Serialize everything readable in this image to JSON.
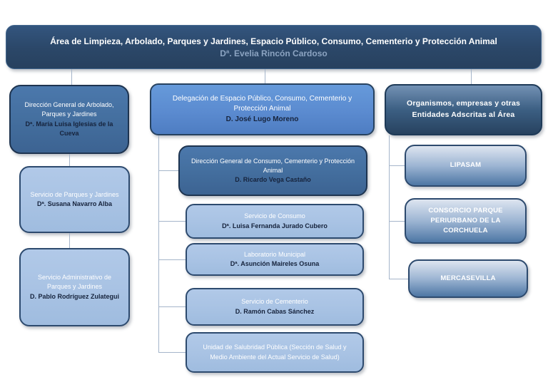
{
  "header": {
    "title": "Área de Limpieza, Arbolado, Parques y Jardines, Espacio Público, Consumo, Cementerio y Protección Animal",
    "person": "Dª. Evelia Rincón Cardoso"
  },
  "left": {
    "boxes": [
      {
        "title": "Dirección General de Arbolado, Parques y Jardines",
        "person": "Dª. María Luisa Iglesias de la Cueva"
      },
      {
        "title": "Servicio de Parques y Jardines",
        "person": "Dª. Susana Navarro Alba"
      },
      {
        "title": "Servicio Administrativo de Parques y Jardines",
        "person": "D. Pablo Rodríguez Zulategui"
      }
    ]
  },
  "middle": {
    "head": {
      "title": "Delegación de Espacio Público, Consumo, Cementerio y Protección Animal",
      "person": "D. José Lugo Moreno"
    },
    "boxes": [
      {
        "title": "Dirección General de Consumo, Cementerio y Protección Animal",
        "person": "D. Ricardo Vega Castaño"
      },
      {
        "title": "Servicio de Consumo",
        "person": "Dª. Luisa Fernanda Jurado Cubero"
      },
      {
        "title": "Laboratorio Municipal",
        "person": "Dª. Asunción Maireles Osuna"
      },
      {
        "title": "Servicio de Cementerio",
        "person": "D. Ramón Cabas Sánchez"
      },
      {
        "title": "Unidad de Salubridad Pública (Sección de Salud y Medio Ambiente del Actual Servicio de Salud)"
      }
    ]
  },
  "right": {
    "head": {
      "title": "Organismos, empresas y otras Entidades Adscritas al Área"
    },
    "boxes": [
      {
        "label": "LIPASAM"
      },
      {
        "label": "CONSORCIO PARQUE PERIURBANO DE LA CORCHUELA"
      },
      {
        "label": "MERCASEVILLA"
      }
    ]
  },
  "colors": {
    "root_bg": "#2b4768",
    "dark_node_bg": "#446f9f",
    "light_node_bg": "#a9c3e4",
    "bright_node_bg": "#5b8bd0",
    "gradient_node_top": "#dde5f0",
    "gradient_node_bottom": "#4d76a4",
    "node_border": "#2d4a6e",
    "connector_line": "#a5b5ca",
    "title_text": "#ffffff",
    "person_text": "#16233c",
    "root_person_text": "#8ca4c2"
  }
}
